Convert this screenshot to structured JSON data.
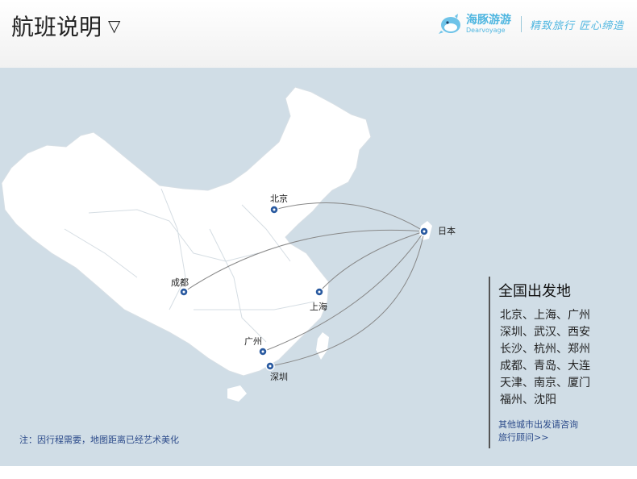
{
  "header": {
    "title": "航班说明",
    "arrow_glyph": "▽",
    "logo_cn": "海豚游游",
    "logo_en": "Dearvoyage",
    "slogan": "精致旅行 匠心缔造"
  },
  "map": {
    "cities": [
      {
        "key": "beijing",
        "label": "北京"
      },
      {
        "key": "chengdu",
        "label": "成都"
      },
      {
        "key": "shanghai",
        "label": "上海"
      },
      {
        "key": "guangzhou",
        "label": "广州"
      },
      {
        "key": "shenzhen",
        "label": "深圳"
      },
      {
        "key": "japan",
        "label": "日本"
      }
    ],
    "note": "注：因行程需要，地图距离已经艺术美化",
    "colors": {
      "sea": "#d0dde6",
      "land": "#ffffff",
      "marker": "#2a5aa0",
      "route": "#888888"
    }
  },
  "panel": {
    "title": "全国出发地",
    "cities_lines": [
      "北京、上海、广州",
      "深圳、武汉、西安",
      "长沙、杭州、郑州",
      "成都、青岛、大连",
      "天津、南京、厦门",
      "福州、沈阳"
    ],
    "link_lines": [
      "其他城市出发请咨询",
      "旅行顾问>>"
    ]
  }
}
